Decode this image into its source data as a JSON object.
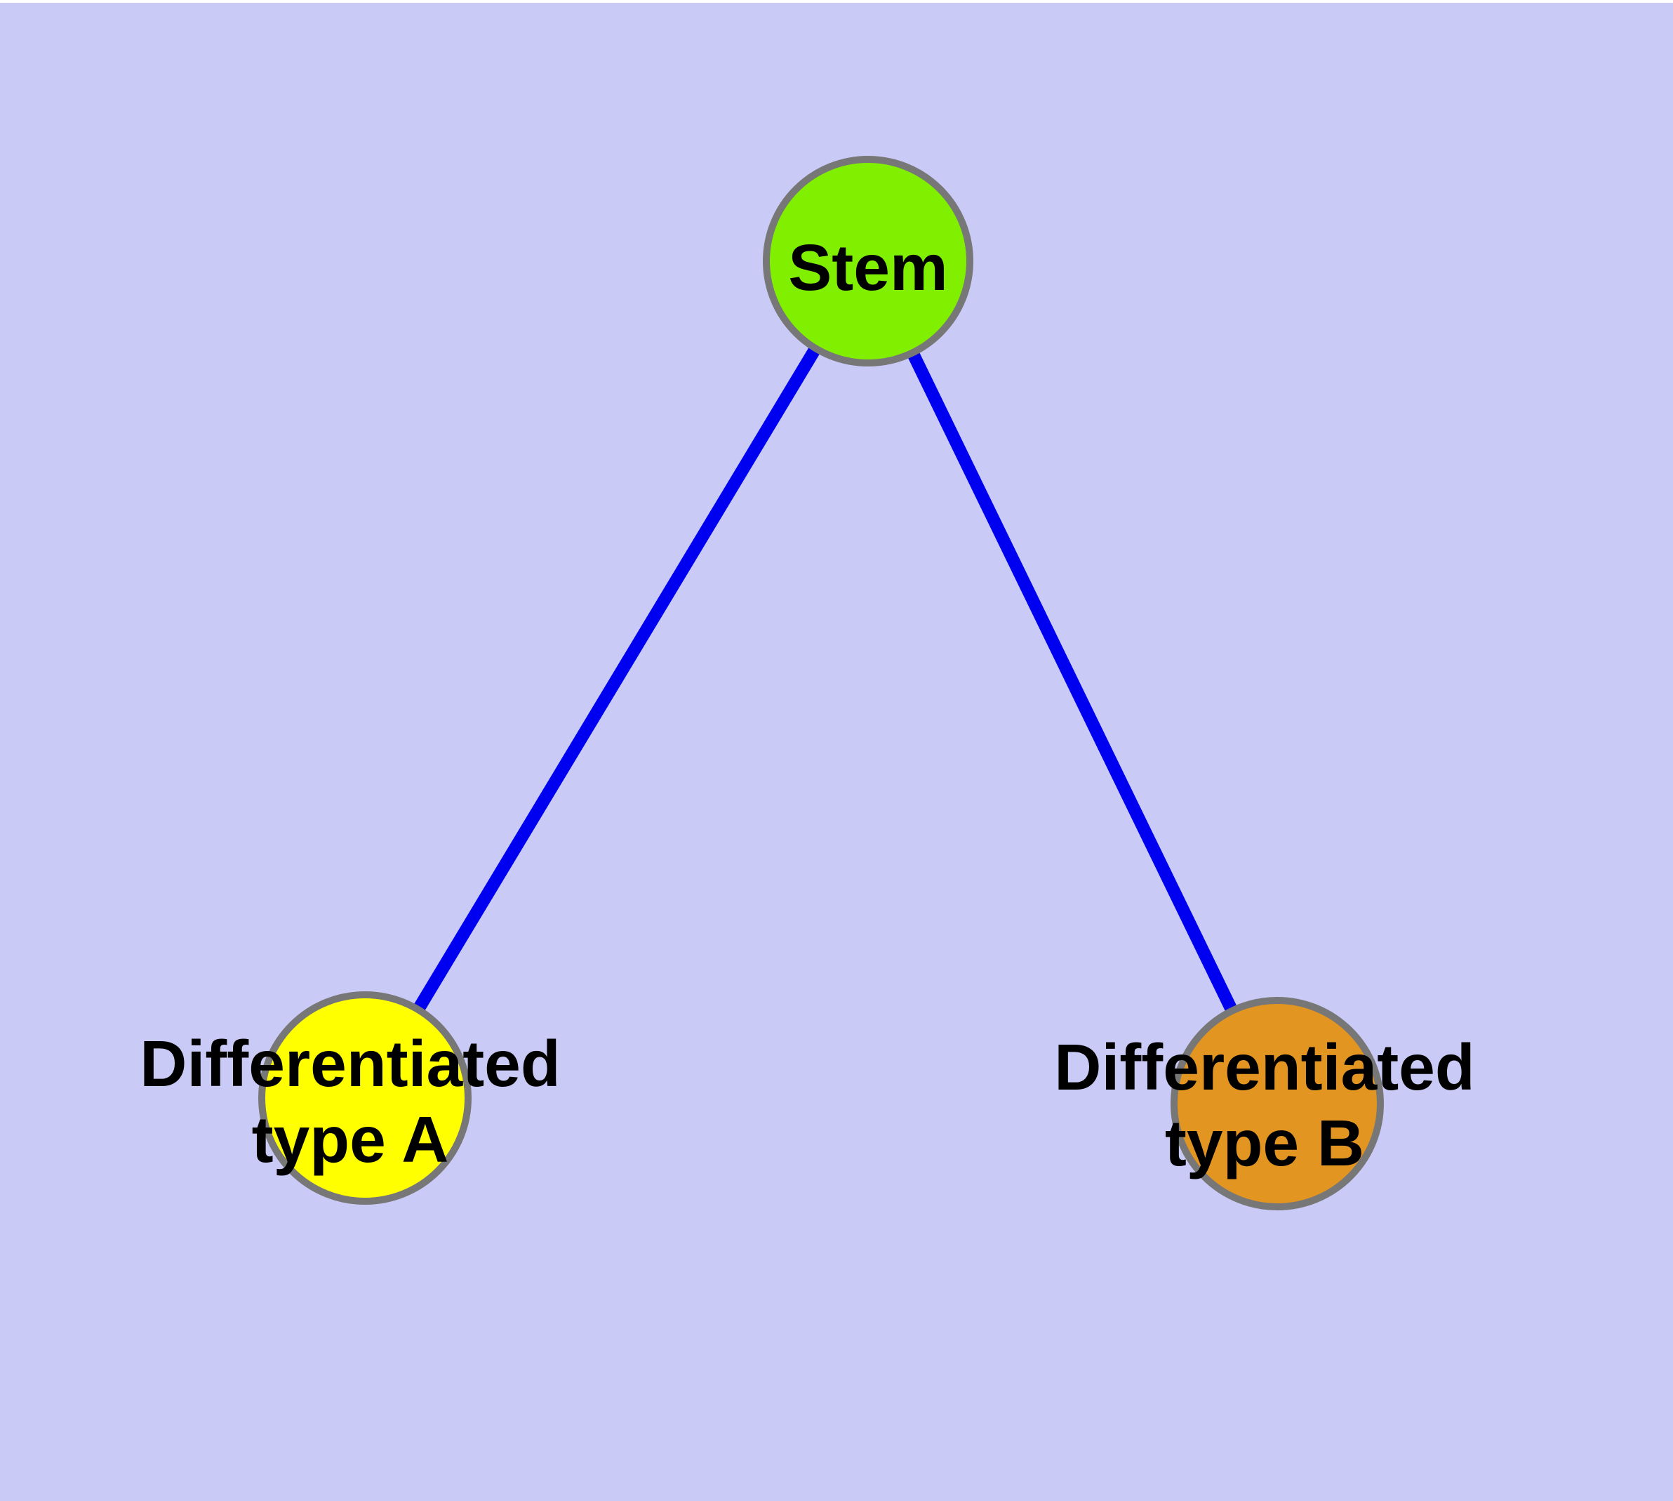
{
  "diagram": {
    "colors": {
      "background": "#CACAF6",
      "top_strip": "#FFFFFF",
      "edge": "#0000F0",
      "node_border": "#777777",
      "label_text": "#000000"
    },
    "nodes": [
      {
        "id": "stem",
        "label_lines": [
          "Stem"
        ],
        "fill": "#80F000"
      },
      {
        "id": "differentiated-type-a",
        "label_lines": [
          "Differentiated",
          "type A"
        ],
        "fill": "#FFFF00"
      },
      {
        "id": "differentiated-type-b",
        "label_lines": [
          "Differentiated",
          "type B"
        ],
        "fill": "#E29520"
      }
    ],
    "edges": [
      {
        "from": "stem",
        "to": "differentiated-type-a"
      },
      {
        "from": "stem",
        "to": "differentiated-type-b"
      }
    ]
  }
}
